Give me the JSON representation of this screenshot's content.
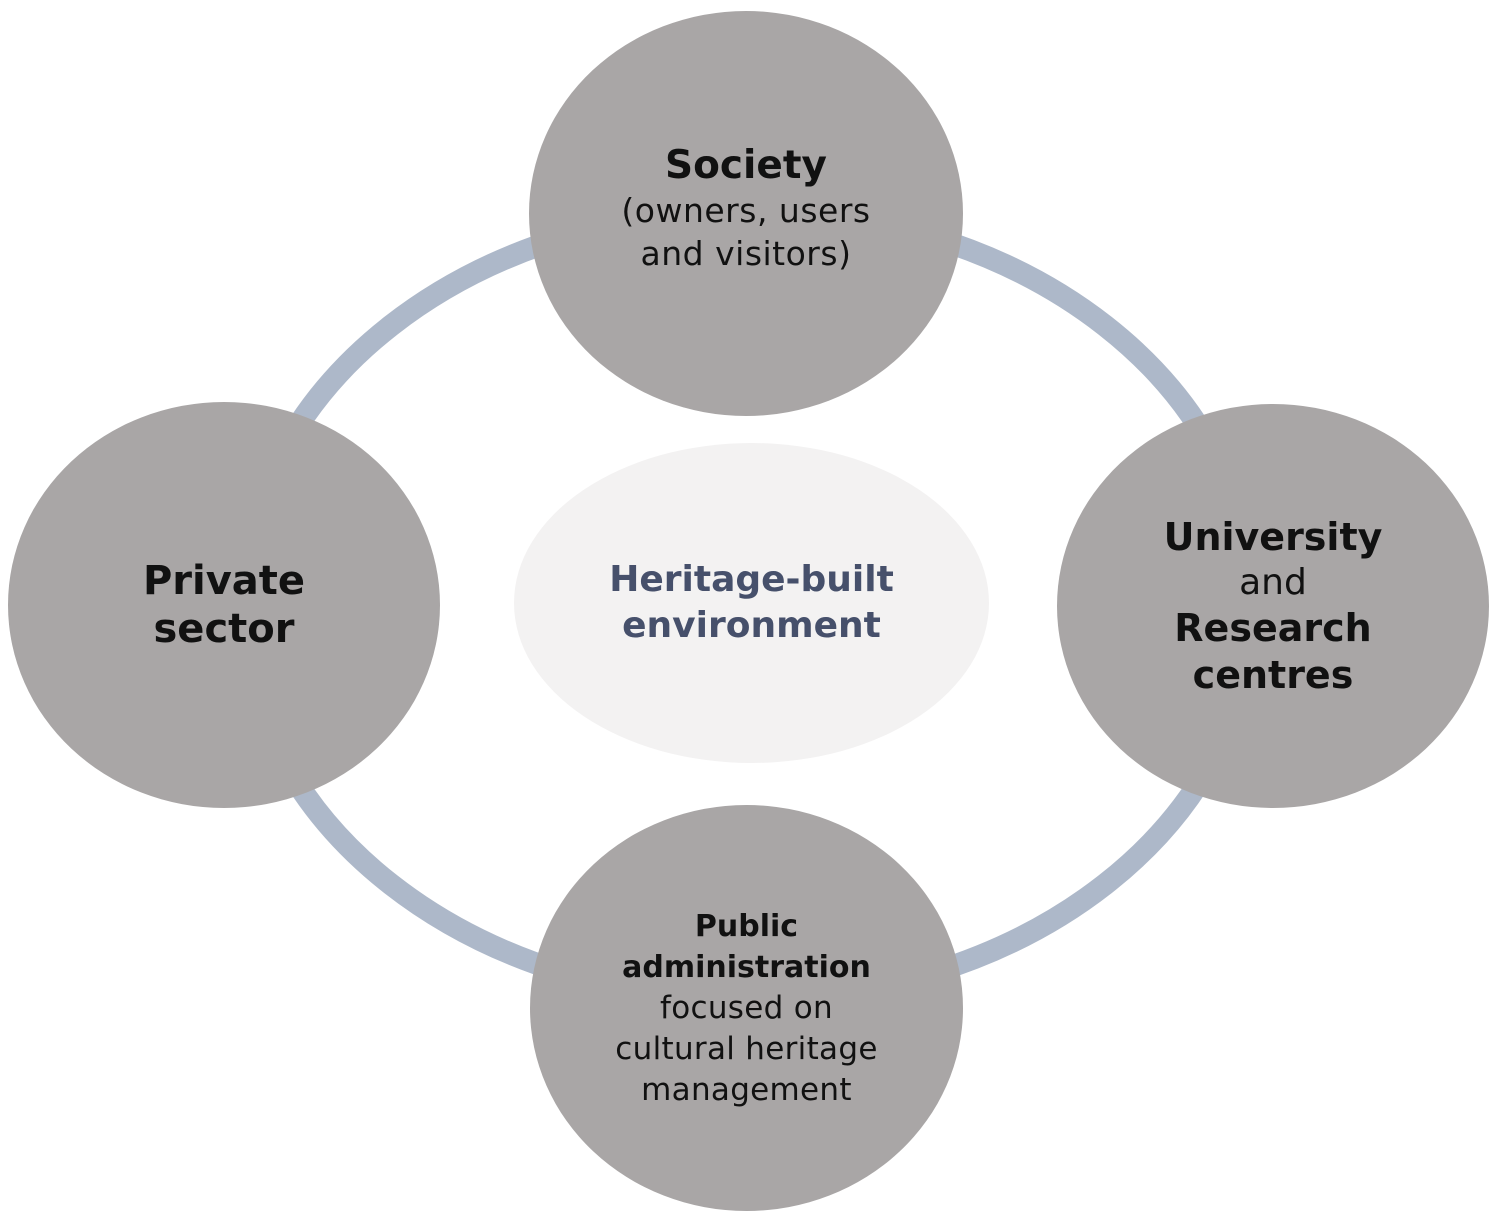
{
  "diagram": {
    "center": {
      "line1": "Heritage-built",
      "line2": "environment"
    },
    "nodes": {
      "society": {
        "title": "Society",
        "line1": "(owners, users",
        "line2": "and visitors)"
      },
      "private": {
        "line1": "Private",
        "line2": "sector"
      },
      "university": {
        "line1": "University",
        "line2": "and",
        "line3": "Research",
        "line4": "centres"
      },
      "public": {
        "line1": "Public",
        "line2": "administration",
        "line3": "focused on",
        "line4": "cultural heritage",
        "line5": "management"
      }
    },
    "colors": {
      "node_fill": "#a9a6a6",
      "ring": "#adb8c9",
      "center_fill": "#f3f2f2",
      "center_text": "#46506b"
    }
  }
}
